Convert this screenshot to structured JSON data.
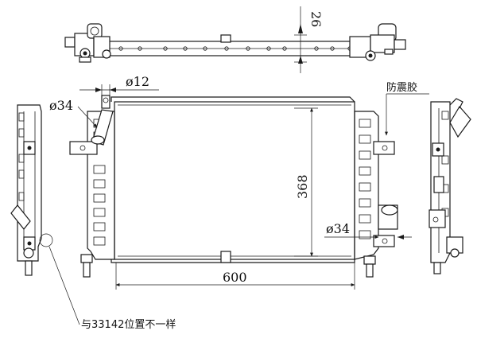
{
  "dimensions": {
    "top_height": "26",
    "inlet_small": "ø12",
    "inlet_large": "ø34",
    "core_height": "368",
    "outlet": "ø34",
    "core_width": "600"
  },
  "annotations": {
    "anti_vibration": "防震胶",
    "difference_note": "与33142位置不一样"
  }
}
